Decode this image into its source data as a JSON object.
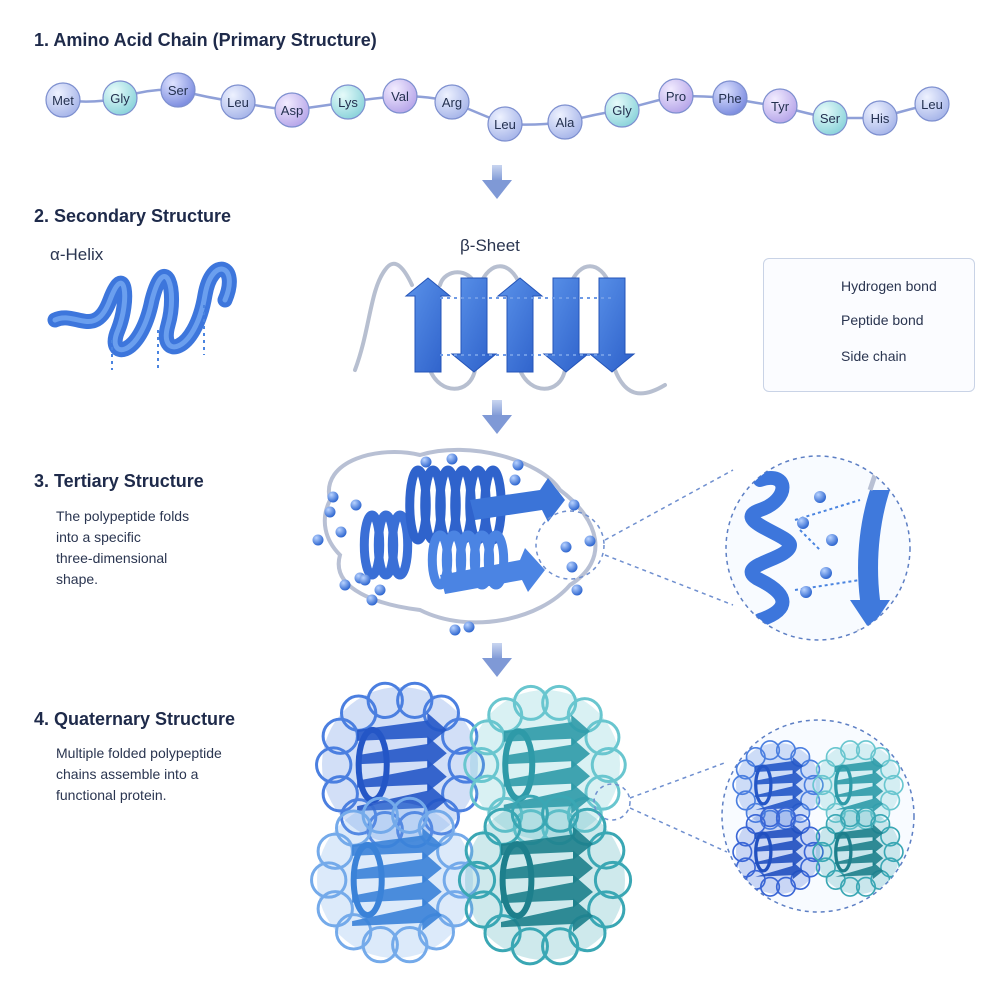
{
  "sections": {
    "primary": {
      "heading": "1. Amino Acid Chain (Primary Structure)"
    },
    "secondary": {
      "heading": "2. Secondary Structure",
      "helix_label": "α-Helix",
      "sheet_label": "β-Sheet"
    },
    "tertiary": {
      "heading": "3. Tertiary Structure",
      "description_lines": [
        "The polypeptide folds",
        "into a specific",
        "three-dimensional",
        "shape."
      ]
    },
    "quaternary": {
      "heading": "4. Quaternary Structure",
      "description_lines": [
        "Multiple folded polypeptide",
        "chains assemble into a",
        "functional protein."
      ]
    }
  },
  "amino_acids": [
    "Met",
    "Gly",
    "Ser",
    "Leu",
    "Asp",
    "Lys",
    "Val",
    "Arg",
    "Leu",
    "Ala",
    "Gly",
    "Pro",
    "Phe",
    "Tyr",
    "Ser",
    "His",
    "Leu"
  ],
  "legend": {
    "items": [
      {
        "label": "Hydrogen bond",
        "icon": "hydrogen-bond-icon"
      },
      {
        "label": "Peptide bond",
        "icon": "peptide-bond-icon"
      },
      {
        "label": "Side chain",
        "icon": "side-chain-icon"
      }
    ]
  },
  "colors": {
    "accent_blue": "#3b74d8",
    "arrow": "#8fa6d9",
    "teal": "#3fb3bf",
    "light_blue": "#6aa6e6"
  }
}
